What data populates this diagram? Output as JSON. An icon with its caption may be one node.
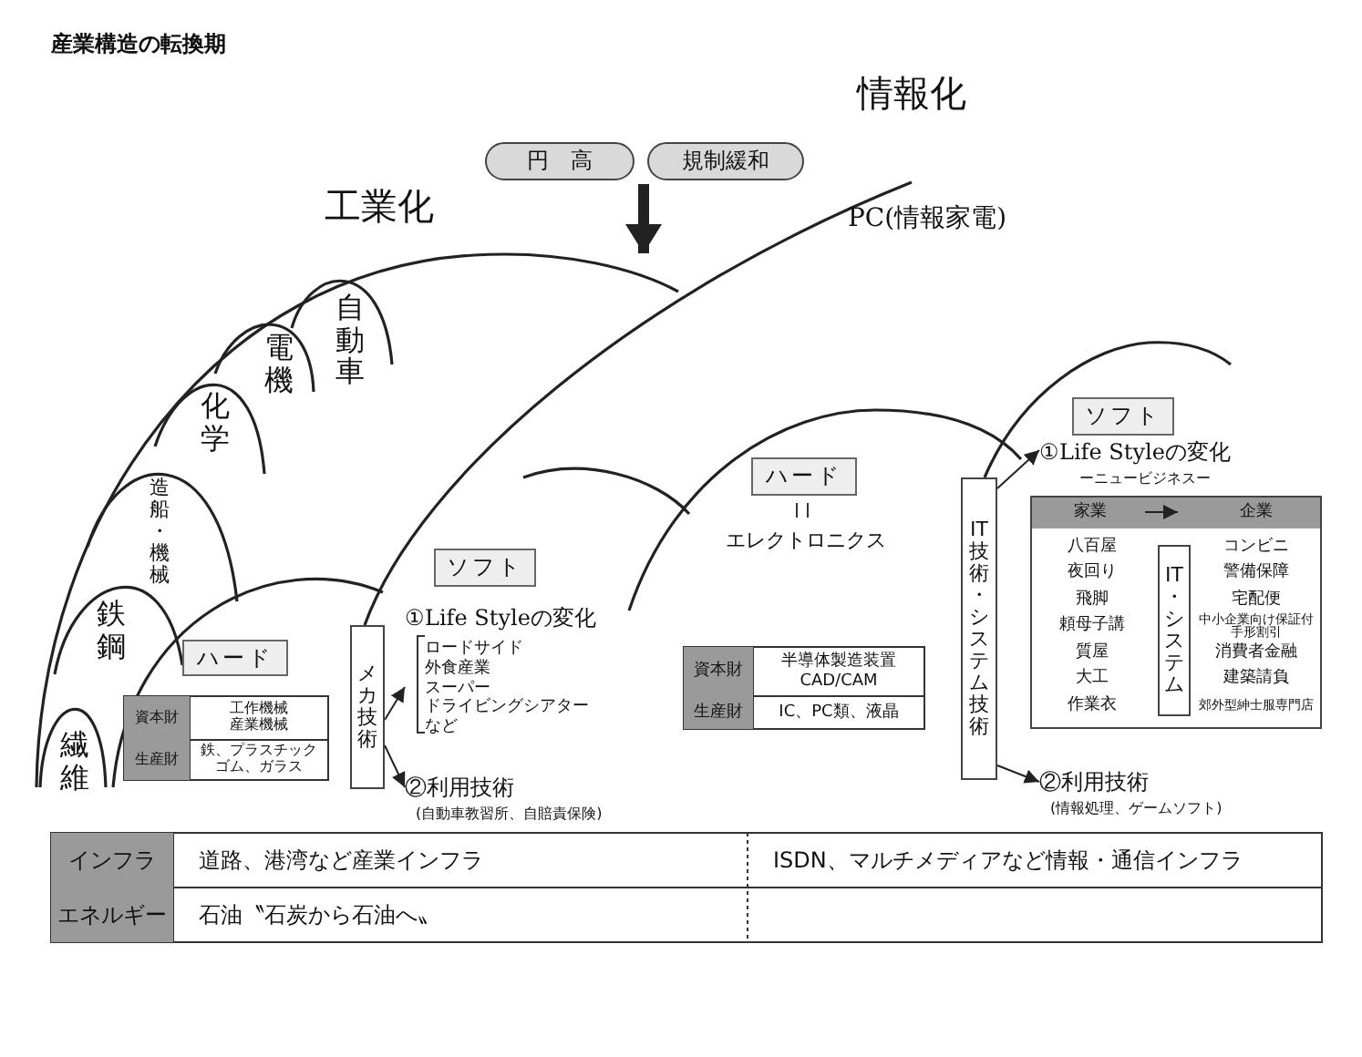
{
  "diagram": {
    "title": "産業構造の転換期",
    "nodes": [
      {
        "text": [
          "円 高"
        ]
      },
      {
        "text": [
          "規制緩和"
        ]
      },
      {
        "text": [
          "ハード"
        ]
      },
      {
        "text": [
          "メカ技術"
        ]
      },
      {
        "text": [
          "ソフト"
        ]
      },
      {
        "text": [
          "①Life Styleの変化",
          "ロードサイド",
          "外食産業",
          "スーパー",
          "ドライビングシアター",
          "など"
        ]
      },
      {
        "text": [
          "②利用技術",
          "(自動車教習所、自賠責保険)"
        ]
      },
      {
        "text": [
          "ハード"
        ]
      },
      {
        "text": [
          "IT技術・システム技術"
        ]
      },
      {
        "text": [
          "ソフト"
        ]
      },
      {
        "text": [
          "①Life Styleの変化",
          "ーニュービジネスー"
        ]
      },
      {
        "text": [],
        "shape": "box"
      },
      {
        "text": [
          "IT・システム"
        ],
        "in": 11
      },
      {
        "text": [
          "②利用技術",
          "(情報処理、ゲームソフト)"
        ]
      }
    ],
    "edges": [
      {
        "from": 3,
        "to": 5,
        "arrow": "to"
      },
      {
        "from": 3,
        "to": 6,
        "arrow": "to"
      },
      {
        "from": 8,
        "to": 10,
        "arrow": "to"
      },
      {
        "from": 8,
        "to": 13,
        "arrow": "to"
      },
      {
        "from": 0,
        "to": null,
        "arrow": "to",
        "style": "thick"
      },
      {
        "from": 1,
        "to": null,
        "arrow": "to",
        "style": "thick"
      }
    ],
    "labels": [
      "情報化",
      "工業化",
      "PC(情報家電)",
      "自動車",
      "電機",
      "化学",
      "造船・機械",
      "鉄鋼",
      "繊維",
      "エレクトロニクス",
      "家業",
      "企業",
      "八百屋",
      "コンビニ",
      "夜回り",
      "警備保障",
      "飛脚",
      "宅配便",
      "頼母子講",
      "中小企業向け保証付手形割引",
      "質屋",
      "消費者金融",
      "大工",
      "建築請負",
      "作業衣",
      "郊外型紳士服専門店",
      "資本財",
      "半導体製造装置 CAD/CAM",
      "資本財",
      "工作機械産業機械",
      "生産財",
      "IC、PC類、液晶",
      "生産財",
      "鉄、プラスチックゴム、ガラス",
      "インフラ",
      "道路、港湾など産業インフラ",
      "ISDN、マルチメディアなど情報・通信インフラ",
      "エネルギー",
      "石油〝石炭から石油へ〟"
    ]
  }
}
